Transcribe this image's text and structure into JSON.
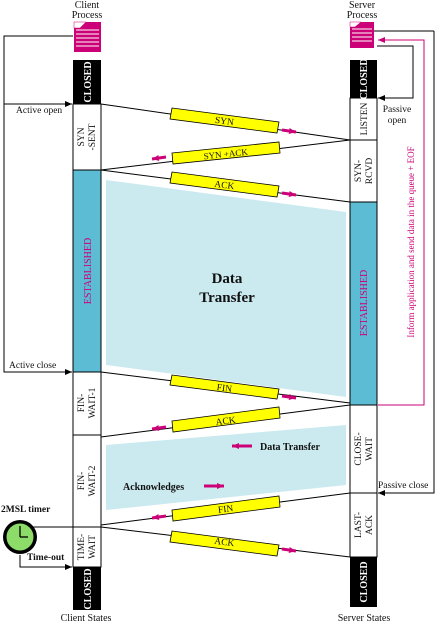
{
  "client": {
    "process_label_1": "Client",
    "process_label_2": "Process",
    "states_label": "Client States",
    "states": {
      "closed_top": "CLOSED",
      "syn_sent_1": "SYN",
      "syn_sent_2": "-SENT",
      "established": "ESTABLISHED",
      "fin_wait_1_a": "FIN-",
      "fin_wait_1_b": "WAIT-1",
      "fin_wait_2_a": "FIN-",
      "fin_wait_2_b": "WAIT-2",
      "time_wait_a": "TIME-",
      "time_wait_b": "WAIT",
      "closed_bottom": "CLOSED"
    },
    "active_open": "Active open",
    "active_close": "Active close",
    "timer_label": "2MSL timer",
    "timeout_label": "Time-out"
  },
  "server": {
    "process_label_1": "Server",
    "process_label_2": "Process",
    "states_label": "Server States",
    "states": {
      "closed_top": "CLOSED",
      "listen": "LISTEN",
      "syn_rcvd_a": "SYN-",
      "syn_rcvd_b": "RCVD",
      "established": "ESTABLISHED",
      "close_wait_a": "CLOSE-",
      "close_wait_b": "WAIT",
      "last_ack_a": "LAST-",
      "last_ack_b": "ACK",
      "closed_bottom": "CLOSED"
    },
    "passive_open_1": "Passive",
    "passive_open_2": "open",
    "passive_close": "Passive close",
    "inform_note": "Inform application and  send data in the queue + EOF"
  },
  "messages": {
    "syn": "SYN",
    "syn_ack": "SYN +ACK",
    "ack1": "ACK",
    "fin1": "FIN",
    "ack2": "ACK",
    "fin2": "FIN",
    "ack3": "ACK"
  },
  "data_transfer": {
    "line1": "Data",
    "line2": "Transfer",
    "half_data": "Data Transfer",
    "acknowledges": "Acknowledges"
  },
  "colors": {
    "black": "#000000",
    "cyan_state": "#5bbcd4",
    "cyan_area": "#cbeaf0",
    "message_yellow": "#ffff00",
    "magenta": "#cc0077"
  }
}
